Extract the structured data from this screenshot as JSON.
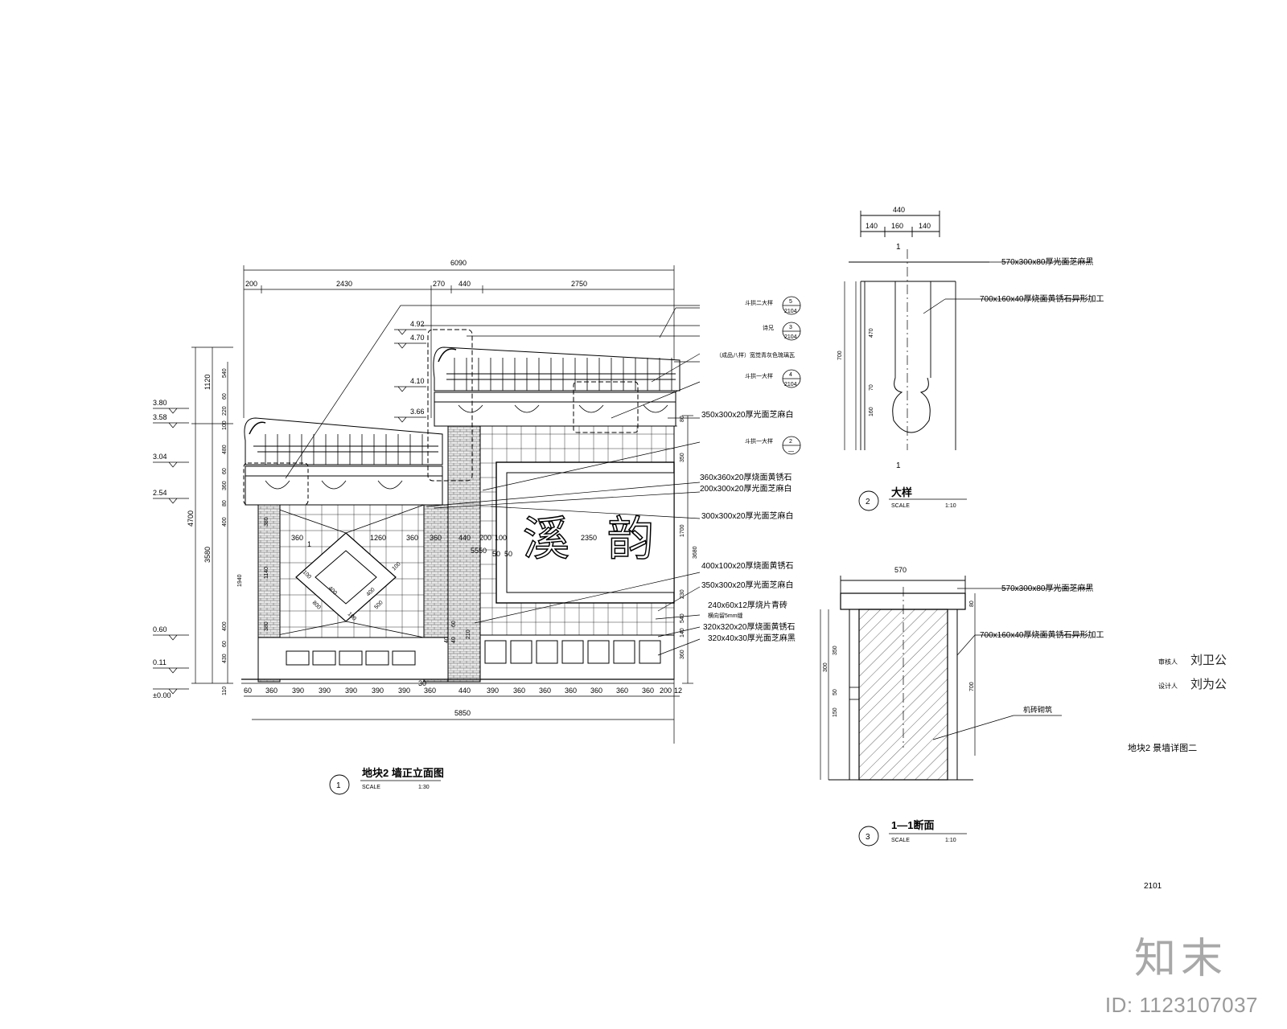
{
  "elevation": {
    "top_dims": [
      "6090",
      "200",
      "2430",
      "270",
      "440",
      "2750"
    ],
    "bottom_dims": [
      "60",
      "360",
      "390",
      "390",
      "390",
      "390",
      "390",
      "360",
      "30",
      "440",
      "390",
      "360",
      "360",
      "360",
      "360",
      "360",
      "360",
      "200",
      "12"
    ],
    "bottom_total": "5850",
    "left_total_dims": [
      "4700",
      "3580",
      "1120"
    ],
    "left_dims": [
      "540",
      "60",
      "220",
      "100",
      "480",
      "60",
      "360",
      "80",
      "400",
      "1940",
      "400",
      "60",
      "430",
      "110"
    ],
    "left_inner_dims": [
      "380",
      "1140",
      "380"
    ],
    "levels": [
      "4.92",
      "4.70",
      "4.10",
      "3.66",
      "3.80",
      "3.58",
      "3.04",
      "2.54",
      "0.60",
      "0.11",
      "±0.00"
    ],
    "right_dims": [
      "80",
      "350",
      "1700",
      "3680",
      "230",
      "540",
      "140",
      "360"
    ],
    "inner_dims": [
      "360",
      "1260",
      "360",
      "360",
      "440",
      "200",
      "100",
      "2350",
      "5550",
      "50",
      "50"
    ],
    "diamond_dims": [
      "100",
      "400",
      "400",
      "100",
      "800",
      "100",
      "500"
    ],
    "lower_dims": [
      "60",
      "40",
      "40",
      "210"
    ],
    "gate_mark": "1",
    "callouts": [
      {
        "text": "斗拱二大样",
        "num": "5",
        "sheet": "2104"
      },
      {
        "text": "诗兄",
        "num": "3",
        "sheet": "2104"
      },
      {
        "text": "（成品八样）宽觉青灰色琉璃瓦"
      },
      {
        "text": "斗拱一大样",
        "num": "4",
        "sheet": "2104"
      },
      {
        "text": "350x300x20厚光面芝麻白"
      },
      {
        "text": "斗拱一大样",
        "num": "2",
        "sheet": "—"
      },
      {
        "text": "360x360x20厚烧面黄锈石"
      },
      {
        "text": "200x300x20厚光面芝麻白"
      },
      {
        "text": "300x300x20厚光面芝麻白"
      },
      {
        "text": "400x100x20厚烧面黄锈石"
      },
      {
        "text": "350x300x20厚光面芝麻白"
      },
      {
        "text": "240x60x12厚烧片青砖"
      },
      {
        "text": "横向留5mm缝"
      },
      {
        "text": "320x320x20厚烧面黄锈石"
      },
      {
        "text": "320x40x30厚光面芝麻黑"
      }
    ],
    "title": "地块2 墙正立面图",
    "num": "1",
    "scale_label": "SCALE",
    "scale": "1:30"
  },
  "detail": {
    "dims": [
      "440",
      "140",
      "160",
      "140"
    ],
    "section_mark": "1",
    "side_dims": [
      "700",
      "470",
      "70",
      "160"
    ],
    "callouts": [
      "570x300x80厚光面芝麻黑",
      "700x160x40厚烧面黄锈石异形加工"
    ],
    "title": "大样",
    "num": "2",
    "scale_label": "SCALE",
    "scale": "1:10"
  },
  "section": {
    "width_dim": "570",
    "left_dims": [
      "350",
      "50",
      "150",
      "300"
    ],
    "right_dims": [
      "80",
      "700"
    ],
    "callouts": [
      "570x300x80厚光面芝麻黑",
      "700x160x40厚烧面黄锈石异形加工",
      "机砖砌筑"
    ],
    "title": "1—1断面",
    "num": "3",
    "scale_label": "SCALE",
    "scale": "1:10"
  },
  "sheet": {
    "title": "地块2 景墙详图二",
    "number": "2101",
    "sign_rows": [
      {
        "role": "审核人",
        "sign": "刘卫公"
      },
      {
        "role": "设计人",
        "sign": "刘为公"
      }
    ]
  },
  "watermark": {
    "logo": "知末",
    "id_text": "ID: 1123107037"
  }
}
